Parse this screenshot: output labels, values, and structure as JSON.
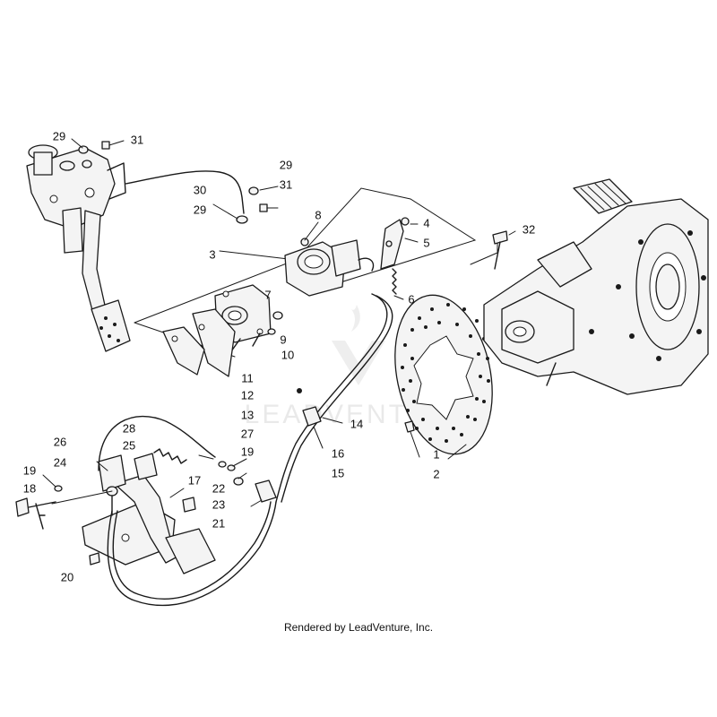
{
  "diagram": {
    "footer_text": "Rendered by LeadVenture, Inc.",
    "watermark_text": "LEADVENTURE",
    "callouts": [
      {
        "id": "1",
        "text": "1"
      },
      {
        "id": "2",
        "text": "2"
      },
      {
        "id": "3",
        "text": "3"
      },
      {
        "id": "4",
        "text": "4"
      },
      {
        "id": "5",
        "text": "5"
      },
      {
        "id": "6",
        "text": "6"
      },
      {
        "id": "7",
        "text": "7"
      },
      {
        "id": "8",
        "text": "8"
      },
      {
        "id": "9",
        "text": "9"
      },
      {
        "id": "10",
        "text": "10"
      },
      {
        "id": "11",
        "text": "11"
      },
      {
        "id": "12",
        "text": "12"
      },
      {
        "id": "13",
        "text": "13"
      },
      {
        "id": "14",
        "text": "14"
      },
      {
        "id": "15",
        "text": "15"
      },
      {
        "id": "16",
        "text": "16"
      },
      {
        "id": "17",
        "text": "17"
      },
      {
        "id": "18",
        "text": "18"
      },
      {
        "id": "19a",
        "text": "19"
      },
      {
        "id": "19b",
        "text": "19"
      },
      {
        "id": "20",
        "text": "20"
      },
      {
        "id": "21",
        "text": "21"
      },
      {
        "id": "22",
        "text": "22"
      },
      {
        "id": "23",
        "text": "23"
      },
      {
        "id": "24",
        "text": "24"
      },
      {
        "id": "25",
        "text": "25"
      },
      {
        "id": "26",
        "text": "26"
      },
      {
        "id": "27",
        "text": "27"
      },
      {
        "id": "28",
        "text": "28"
      },
      {
        "id": "29a",
        "text": "29"
      },
      {
        "id": "29b",
        "text": "29"
      },
      {
        "id": "29c",
        "text": "29"
      },
      {
        "id": "30",
        "text": "30"
      },
      {
        "id": "31a",
        "text": "31"
      },
      {
        "id": "31b",
        "text": "31"
      },
      {
        "id": "32",
        "text": "32"
      }
    ]
  }
}
